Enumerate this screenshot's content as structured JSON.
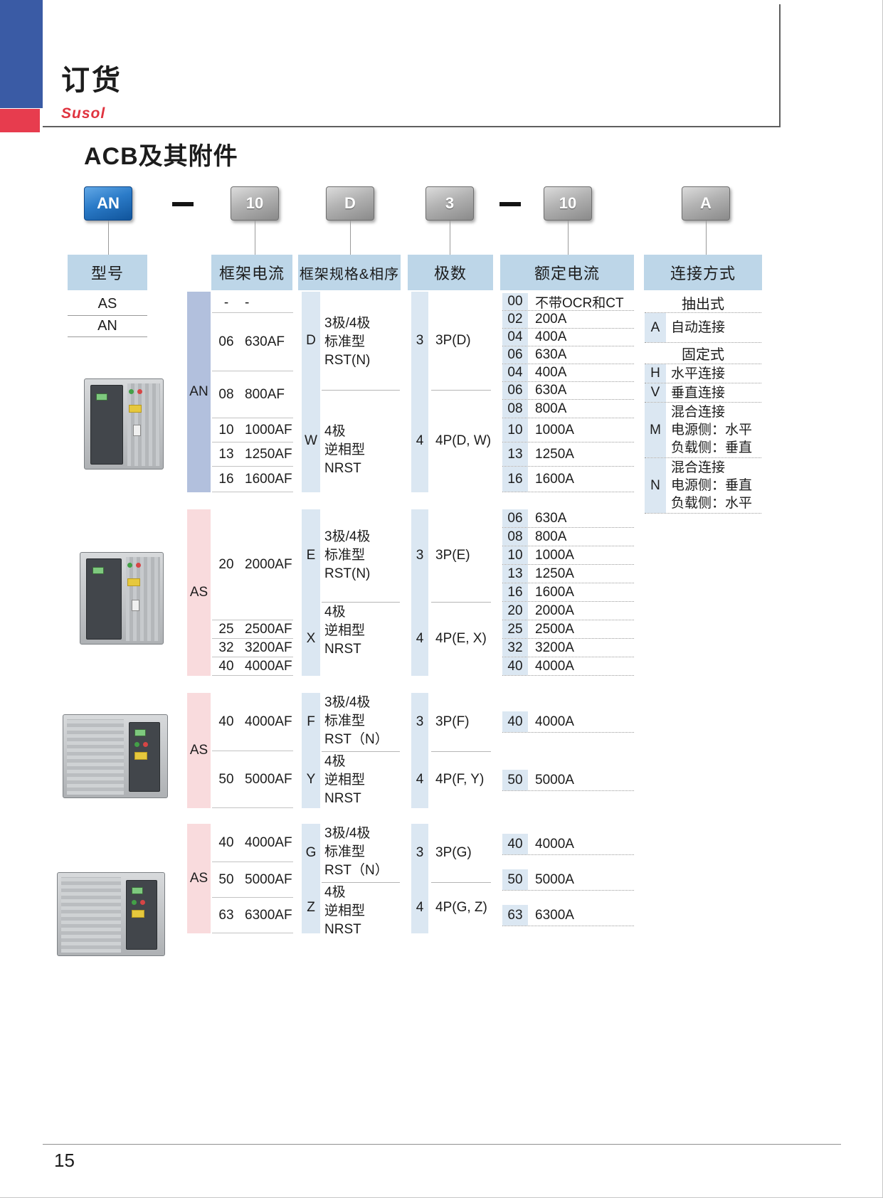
{
  "page": {
    "title": "订货",
    "brand": "Susol",
    "subtitle": "ACB及其附件",
    "page_number": "15"
  },
  "colors": {
    "corner_blue": "#3a5ba5",
    "accent_red": "#e73c4e",
    "header_blue": "#bdd6e8",
    "code_strip_blue": "#dbe7f2",
    "an_bar_blue": "#b2c0dd",
    "as_bar_pink": "#f9dbdd",
    "an_button_blue": "#1f6bb4"
  },
  "code": {
    "segments": [
      "AN",
      "—",
      "10",
      "D",
      "3",
      "—",
      "10",
      "A"
    ]
  },
  "headers": {
    "model": "型号",
    "frame_current": "框架电流",
    "frame_spec": "框架规格&相序",
    "poles": "极数",
    "rated_current": "额定电流",
    "connection": "连接方式"
  },
  "models": [
    "AS",
    "AN"
  ],
  "s0": {
    "bar": "AN",
    "frame": [
      {
        "c": "-",
        "v": "-"
      },
      {
        "c": "06",
        "v": "630AF"
      },
      {
        "c": "08",
        "v": "800AF"
      },
      {
        "c": "10",
        "v": "1000AF"
      },
      {
        "c": "13",
        "v": "1250AF"
      },
      {
        "c": "16",
        "v": "1600AF"
      }
    ],
    "spec": [
      {
        "c": "D",
        "l1": "3极/4极",
        "l2": "标准型",
        "l3": "RST(N)"
      },
      {
        "c": "W",
        "l1": "4极",
        "l2": "逆相型",
        "l3": "NRST"
      }
    ],
    "poles": [
      {
        "c": "3",
        "v": "3P(D)"
      },
      {
        "c": "4",
        "v": "4P(D, W)"
      }
    ],
    "rated": [
      {
        "c": "00",
        "v": "不带OCR和CT"
      },
      {
        "c": "02",
        "v": "200A"
      },
      {
        "c": "04",
        "v": "400A"
      },
      {
        "c": "06",
        "v": "630A"
      },
      {
        "c": "04",
        "v": "400A"
      },
      {
        "c": "06",
        "v": "630A"
      },
      {
        "c": "08",
        "v": "800A"
      },
      {
        "c": "10",
        "v": "1000A"
      },
      {
        "c": "13",
        "v": "1250A"
      },
      {
        "c": "16",
        "v": "1600A"
      }
    ]
  },
  "s1": {
    "bar": "AS",
    "frame": [
      {
        "c": "20",
        "v": "2000AF"
      },
      {
        "c": "25",
        "v": "2500AF"
      },
      {
        "c": "32",
        "v": "3200AF"
      },
      {
        "c": "40",
        "v": "4000AF"
      }
    ],
    "spec": [
      {
        "c": "E",
        "l1": "3极/4极",
        "l2": "标准型",
        "l3": "RST(N)"
      },
      {
        "c": "X",
        "l1": "4极",
        "l2": "逆相型",
        "l3": "NRST"
      }
    ],
    "poles": [
      {
        "c": "3",
        "v": "3P(E)"
      },
      {
        "c": "4",
        "v": "4P(E, X)"
      }
    ],
    "rated": [
      {
        "c": "06",
        "v": "630A"
      },
      {
        "c": "08",
        "v": "800A"
      },
      {
        "c": "10",
        "v": "1000A"
      },
      {
        "c": "13",
        "v": "1250A"
      },
      {
        "c": "16",
        "v": "1600A"
      },
      {
        "c": "20",
        "v": "2000A"
      },
      {
        "c": "25",
        "v": "2500A"
      },
      {
        "c": "32",
        "v": "3200A"
      },
      {
        "c": "40",
        "v": "4000A"
      }
    ]
  },
  "s2": {
    "bar": "AS",
    "frame": [
      {
        "c": "40",
        "v": "4000AF"
      },
      {
        "c": "50",
        "v": "5000AF"
      }
    ],
    "spec": [
      {
        "c": "F",
        "l1": "3极/4极",
        "l2": "标准型",
        "l3": "RST（N）"
      },
      {
        "c": "Y",
        "l1": "4极",
        "l2": "逆相型",
        "l3": "NRST"
      }
    ],
    "poles": [
      {
        "c": "3",
        "v": "3P(F)"
      },
      {
        "c": "4",
        "v": "4P(F, Y)"
      }
    ],
    "rated": [
      {
        "c": "40",
        "v": "4000A"
      },
      {
        "c": "50",
        "v": "5000A"
      }
    ]
  },
  "s3": {
    "bar": "AS",
    "frame": [
      {
        "c": "40",
        "v": "4000AF"
      },
      {
        "c": "50",
        "v": "5000AF"
      },
      {
        "c": "63",
        "v": "6300AF"
      }
    ],
    "spec": [
      {
        "c": "G",
        "l1": "3极/4极",
        "l2": "标准型",
        "l3": "RST（N）"
      },
      {
        "c": "Z",
        "l1": "4极",
        "l2": "逆相型",
        "l3": "NRST"
      }
    ],
    "poles": [
      {
        "c": "3",
        "v": "3P(G)"
      },
      {
        "c": "4",
        "v": "4P(G, Z)"
      }
    ],
    "rated": [
      {
        "c": "40",
        "v": "4000A"
      },
      {
        "c": "50",
        "v": "5000A"
      },
      {
        "c": "63",
        "v": "6300A"
      }
    ]
  },
  "conn": {
    "extract_header": "抽出式",
    "fixed_header": "固定式",
    "rows": [
      {
        "c": "A",
        "l1": "自动连接"
      },
      {
        "c": "H",
        "l1": "水平连接"
      },
      {
        "c": "V",
        "l1": "垂直连接"
      },
      {
        "c": "M",
        "l1": "混合连接",
        "l2": "电源侧：水平",
        "l3": "负载侧：垂直"
      },
      {
        "c": "N",
        "l1": "混合连接",
        "l2": "电源侧：垂直",
        "l3": "负载侧：水平"
      }
    ]
  }
}
